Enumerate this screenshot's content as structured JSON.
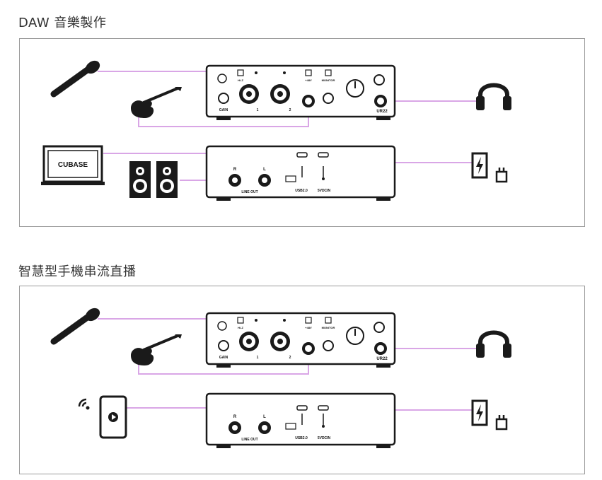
{
  "sections": [
    {
      "title": "DAW 音樂製作"
    },
    {
      "title": "智慧型手機串流直播"
    }
  ],
  "front_panel": {
    "labels": {
      "hiz": "Hi-Z",
      "phantom": "+48V",
      "monitor": "MONITOR",
      "gain": "GAIN",
      "ch1": "1",
      "ch2": "2",
      "model": "UR22"
    }
  },
  "rear_panel": {
    "labels": {
      "r": "R",
      "l": "L",
      "line_out": "LINE OUT",
      "usb": "USB2.0",
      "dcin": "5VDCIN"
    }
  },
  "laptop": {
    "label": "CUBASE"
  },
  "colors": {
    "cable": "#d9a6e6",
    "device_outline": "#1a1a1a",
    "panel_border": "#9a9a9a"
  },
  "icons": {
    "microphone": "microphone-icon",
    "guitar": "guitar-icon",
    "headphones": "headphones-icon",
    "laptop": "laptop-icon",
    "speakers": "speakers-icon",
    "power_bank": "power-bank-icon",
    "plug": "plug-icon",
    "smartphone": "smartphone-icon",
    "wifi": "wifi-icon"
  }
}
